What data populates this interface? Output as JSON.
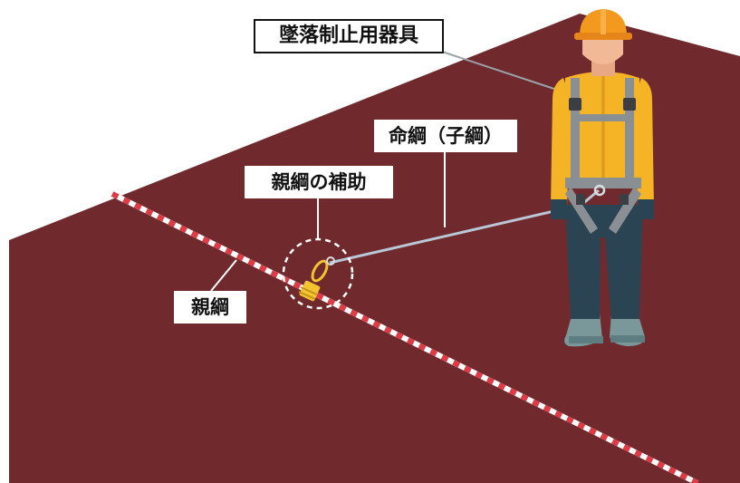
{
  "labels": {
    "harness": "墜落制止用器具",
    "lifeline": "命綱（子綱）",
    "aux_device": "親綱の補助",
    "main_rope": "親綱"
  },
  "colors": {
    "roof": "#702a2e",
    "main_rope_red": "#e03a45",
    "main_rope_white": "#ffffff",
    "lifeline": "#b9c7d6",
    "helmet": "#f39a1e",
    "vest": "#f5b326",
    "harness_strap": "#8a8f93",
    "pants": "#2b4453",
    "boots": "#7a9899",
    "skin": "#f2b997",
    "clamp": "#f3c330"
  },
  "icons": [
    "worker-figure",
    "rope-grab-icon",
    "carabiner-icon"
  ]
}
